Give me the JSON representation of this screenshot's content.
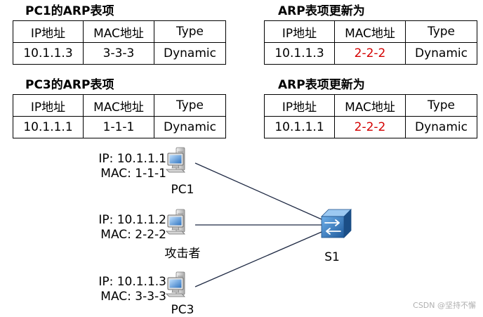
{
  "tables": [
    {
      "title": "PC1的ARP表项",
      "header": [
        "IP地址",
        "MAC地址",
        "Type"
      ],
      "row": [
        "10.1.1.3",
        "3-3-3",
        "Dynamic"
      ]
    },
    {
      "title": "ARP表项更新为",
      "header": [
        "IP地址",
        "MAC地址",
        "Type"
      ],
      "row": [
        "10.1.1.3",
        "2-2-2",
        "Dynamic"
      ]
    },
    {
      "title": "PC3的ARP表项",
      "header": [
        "IP地址",
        "MAC地址",
        "Type"
      ],
      "row": [
        "10.1.1.1",
        "1-1-1",
        "Dynamic"
      ]
    },
    {
      "title": "ARP表项更新为",
      "header": [
        "IP地址",
        "MAC地址",
        "Type"
      ],
      "row": [
        "10.1.1.1",
        "2-2-2",
        "Dynamic"
      ]
    }
  ],
  "hosts": [
    {
      "ip": "IP: 10.1.1.1",
      "mac": "MAC: 1-1-1",
      "name": "PC1",
      "icon": "pc-icon"
    },
    {
      "ip": "IP: 10.1.1.2",
      "mac": "MAC: 2-2-2",
      "name": "攻击者",
      "icon": "pc-icon"
    },
    {
      "ip": "IP: 10.1.1.3",
      "mac": "MAC: 3-3-3",
      "name": "PC3",
      "icon": "pc-icon"
    }
  ],
  "switch": {
    "name": "S1",
    "icon": "switch-icon"
  },
  "colors": {
    "highlight": "#d40000",
    "link": "#1f2a44",
    "device": "#3d7fc1"
  },
  "watermark": "CSDN @坚持不懈"
}
